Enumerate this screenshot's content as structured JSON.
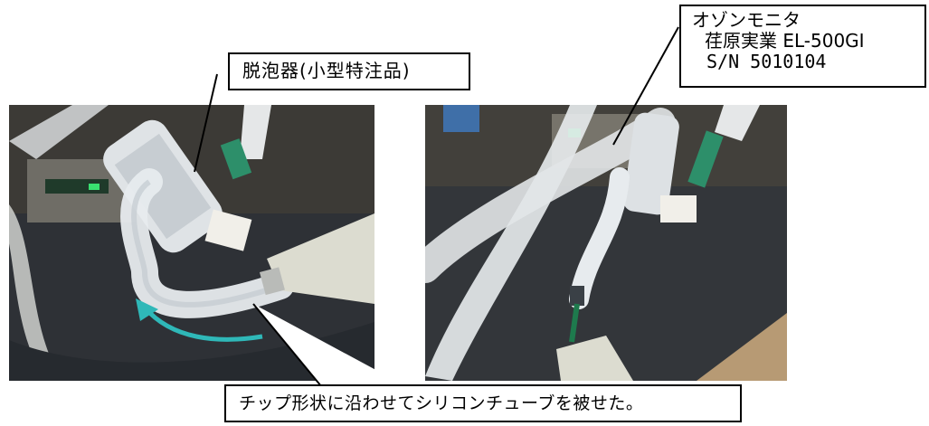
{
  "labels": {
    "defoamer": "脱泡器(小型特注品)",
    "monitor_title": "オゾンモニタ",
    "monitor_model": "荏原実業 EL-500GI",
    "monitor_serial": "S/N 5010104",
    "caption": "チップ形状に沿わせてシリコンチューブを被せた。"
  },
  "colors": {
    "arrow": "#2fb8b8",
    "callout_border": "#000000"
  }
}
